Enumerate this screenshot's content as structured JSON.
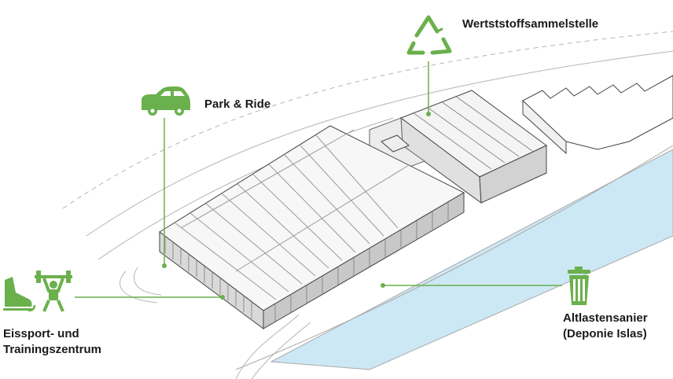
{
  "colors": {
    "accent": "#6ab04c",
    "water": "#cde8f5",
    "line": "#555555"
  },
  "labels": {
    "recycling": "Wertststoffsammelstelle",
    "park_ride": "Park & Ride",
    "sports_line1": "Eissport- und",
    "sports_line2": "Trainingszentrum",
    "landfill_line1": "Altlastensanier",
    "landfill_line2": "(Deponie Islas)"
  },
  "icons": {
    "recycling": "recycling-icon",
    "car": "car-icon",
    "skate": "ice-skate-icon",
    "weightlifter": "weightlifter-icon",
    "trash": "trash-can-icon"
  }
}
